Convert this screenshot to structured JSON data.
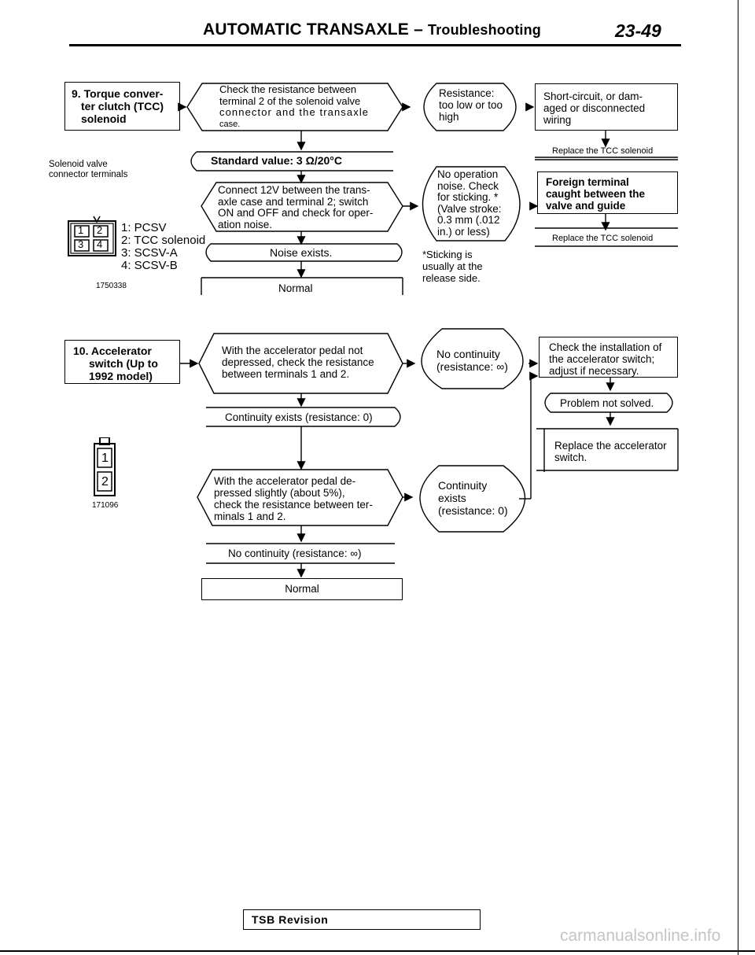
{
  "header": {
    "title_main": "AUTOMATIC TRANSAXLE",
    "title_dash": "–",
    "title_sub": "Troubleshooting",
    "page_number": "23-49"
  },
  "section9": {
    "title_line1": "9. Torque conver-",
    "title_line2": "ter clutch (TCC)",
    "title_line3": "solenoid",
    "connector_caption_line1": "Solenoid valve",
    "connector_caption_line2": "connector  terminals",
    "connector_pins": [
      "1",
      "2",
      "3",
      "4"
    ],
    "connector_labels": [
      "1: PCSV",
      "2: TCC solenoid",
      "3: SCSV-A",
      "4: SCSV-B"
    ],
    "figure_id": "1750338",
    "step1_line1": "Check the resistance between",
    "step1_line2": "terminal 2 of the solenoid valve",
    "step1_line3": "connector and the transaxle",
    "step1_line4": "case.",
    "standard_value": "Standard value: 3 Ω/20°C",
    "step2_line1": "Connect 12V between the trans-",
    "step2_line2": "axle case and terminal 2; switch",
    "step2_line3": "ON and OFF and check for oper-",
    "step2_line4": "ation noise.",
    "noise_exists": "Noise exists.",
    "normal": "Normal",
    "res_condition_line1": "Resistance:",
    "res_condition_line2": "too low or too",
    "res_condition_line3": "high",
    "res_action_line1": "Short-circuit, or dam-",
    "res_action_line2": "aged or disconnected",
    "res_action_line3": "wiring",
    "replace_tcc_1": "Replace the TCC solenoid",
    "noop_line1": "No operation",
    "noop_line2": "noise. Check",
    "noop_line3": "for sticking. *",
    "noop_line4": "(Valve stroke:",
    "noop_line5": "0.3 mm (.012",
    "noop_line6": "in.) or less)",
    "foreign_line1": "Foreign terminal",
    "foreign_line2": "caught between the",
    "foreign_line3": "valve and guide",
    "replace_tcc_2": "Replace the TCC solenoid",
    "sticking_note_line1": "*Sticking is",
    "sticking_note_line2": "usually at the",
    "sticking_note_line3": "release side."
  },
  "section10": {
    "title_line1": "10. Accelerator",
    "title_line2": "switch (Up to",
    "title_line3": "1992 model)",
    "connector_pins": [
      "1",
      "2"
    ],
    "figure_id": "171096",
    "step1_line1": "With the accelerator pedal not",
    "step1_line2": "depressed, check the resistance",
    "step1_line3": "between terminals 1 and 2.",
    "continuity_exists": "Continuity exists (resistance: 0)",
    "step2_line1": "With the accelerator pedal de-",
    "step2_line2": "pressed slightly (about 5%),",
    "step2_line3": "check the resistance between ter-",
    "step2_line4": "minals 1 and 2.",
    "no_continuity_result": "No continuity (resistance: ∞)",
    "normal": "Normal",
    "nocont_line1": "No continuity",
    "nocont_line2": "(resistance: ∞)",
    "cont_line1": "Continuity",
    "cont_line2": "exists",
    "cont_line3": "(resistance: 0)",
    "install_line1": "Check the installation of",
    "install_line2": "the accelerator switch;",
    "install_line3": "adjust if necessary.",
    "problem_not_solved": "Problem not solved.",
    "replace_line1": "Replace the accelerator",
    "replace_line2": "switch."
  },
  "footer": {
    "tsb_revision": "TSB Revision",
    "watermark": "carmanualsonline.info"
  }
}
